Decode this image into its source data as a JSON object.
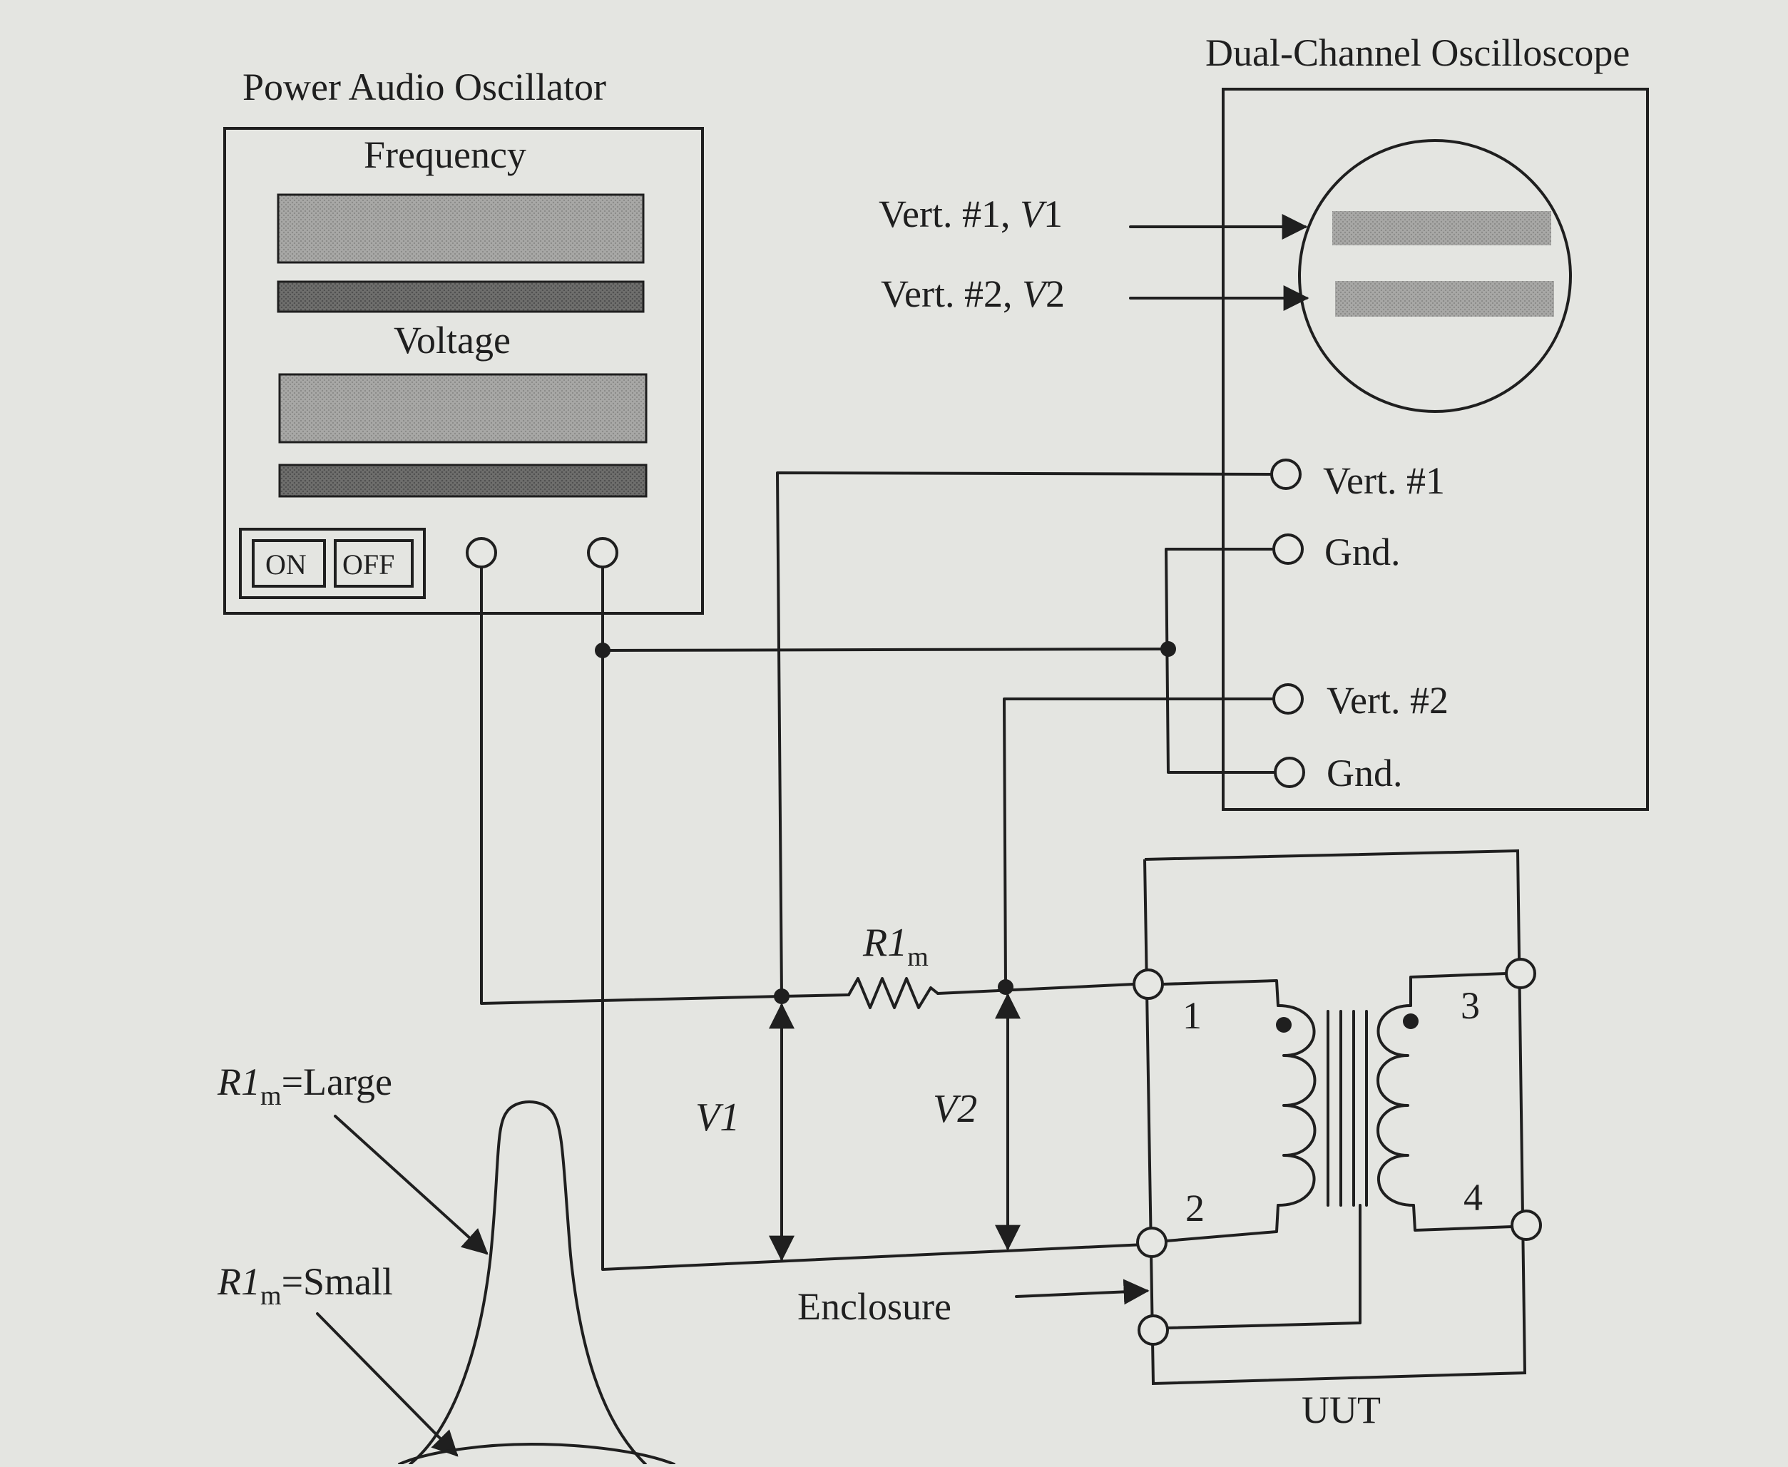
{
  "oscillator": {
    "title": "Power Audio Oscillator",
    "frequency_label": "Frequency",
    "voltage_label": "Voltage",
    "on_label": "ON",
    "off_label": "OFF"
  },
  "scope": {
    "title": "Dual-Channel Oscilloscope",
    "trace1_v": "V",
    "trace1_tail": "1",
    "trace2_v": "V",
    "trace2_tail": "2",
    "trace1_prefix": "Vert. #1, ",
    "trace2_prefix": "Vert. #2, ",
    "vert1": "Vert. #1",
    "gnd1": "Gnd.",
    "vert2": "Vert. #2",
    "gnd2": "Gnd."
  },
  "circuit": {
    "resistor_base": "R1",
    "resistor_sub": "m",
    "v1": "V1",
    "v2": "V2",
    "enclosure": "Enclosure",
    "uut": "UUT",
    "pin1": "1",
    "pin2": "2",
    "pin3": "3",
    "pin4": "4"
  },
  "response": {
    "large_base": "R1",
    "large_sub": "m",
    "large_tail": "=Large",
    "small_base": "R1",
    "small_sub": "m",
    "small_tail": "=Small"
  }
}
